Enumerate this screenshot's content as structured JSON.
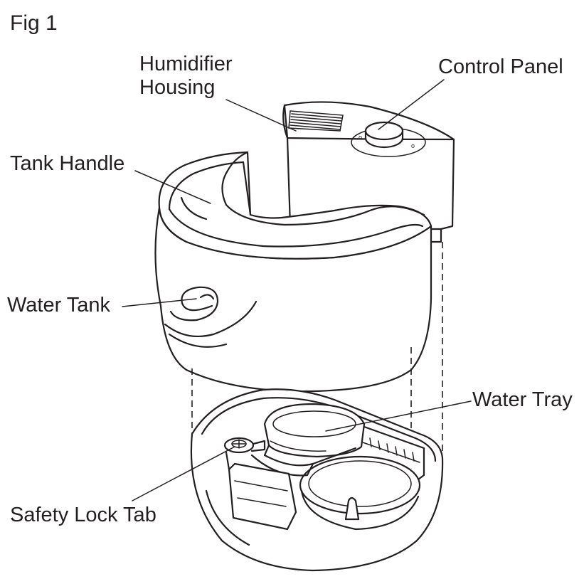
{
  "figure": {
    "title": "Fig 1",
    "labels": {
      "humidifier_housing": [
        "Humidifier",
        "Housing"
      ],
      "control_panel": "Control Panel",
      "tank_handle": "Tank Handle",
      "water_tank": "Water Tank",
      "water_tray": "Water Tray",
      "safety_lock_tab": "Safety Lock Tab"
    }
  }
}
